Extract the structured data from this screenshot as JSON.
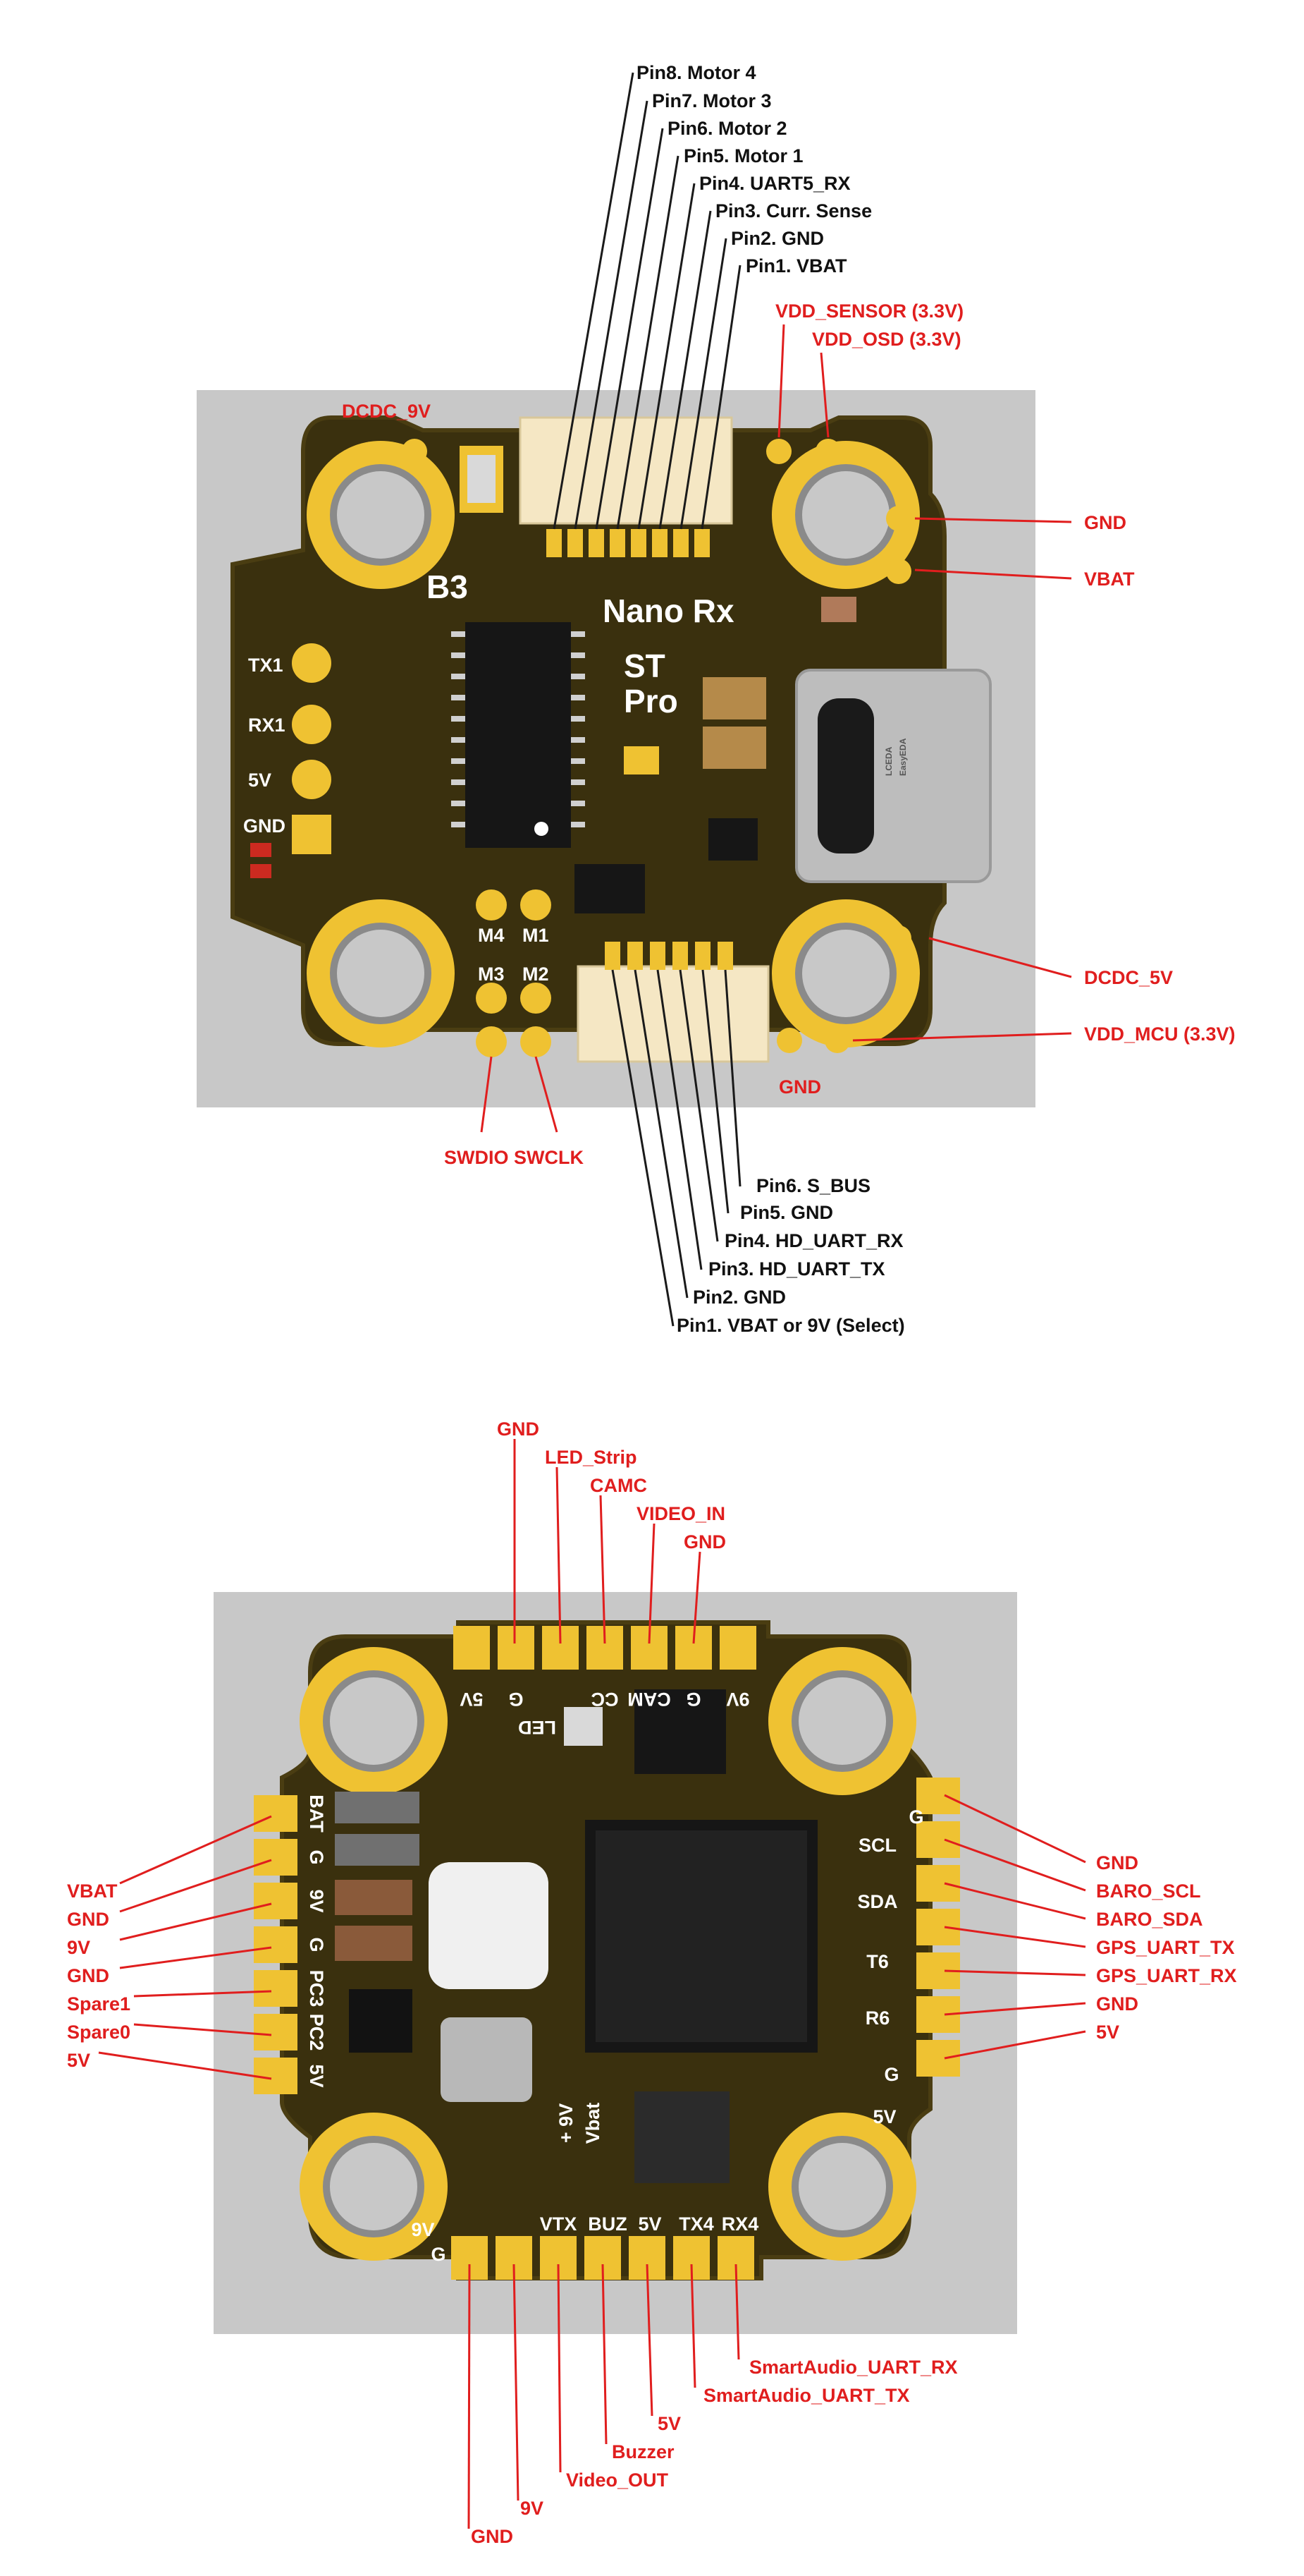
{
  "colors": {
    "background_panel": "#c8c8c8",
    "pcb": "#3a300e",
    "pcb_edge": "#4a3d12",
    "pad_gold": "#efc232",
    "label_red": "#e01e1e",
    "label_black": "#111111",
    "silkscreen": "#ffffff"
  },
  "top_board": {
    "silkscreen": {
      "b3": "B3",
      "nano_rx": "Nano Rx",
      "st": "ST",
      "pro": "Pro",
      "tx1": "TX1",
      "rx1": "RX1",
      "v5": "5V",
      "gnd": "GND",
      "m4": "M4",
      "m1": "M1",
      "m3": "M3",
      "m2": "M2",
      "usb_mark_1": "LCEDA",
      "usb_mark_2": "EasyEDA"
    },
    "motor_connector_pins": [
      "Pin8. Motor 4",
      "Pin7. Motor 3",
      "Pin6. Motor 2",
      "Pin5. Motor 1",
      "Pin4. UART5_RX",
      "Pin3. Curr. Sense",
      "Pin2. GND",
      "Pin1. VBAT"
    ],
    "rx_connector_pins": [
      "Pin6. S_BUS",
      "Pin5. GND",
      "Pin4. HD_UART_RX",
      "Pin3. HD_UART_TX",
      "Pin2. GND",
      "Pin1. VBAT or 9V (Select)"
    ],
    "side_labels": {
      "vdd_sensor": "VDD_SENSOR (3.3V)",
      "vdd_osd": "VDD_OSD (3.3V)",
      "dcdc_9v": "DCDC_9V",
      "gnd_right": "GND",
      "vbat_right": "VBAT",
      "dcdc_5v": "DCDC_5V",
      "vdd_mcu": "VDD_MCU (3.3V)",
      "gnd_bottom": "GND",
      "swdio_swclk": "SWDIO SWCLK"
    }
  },
  "bottom_board": {
    "silkscreen": {
      "top_row": [
        "5V",
        "G",
        "LED",
        "CC",
        "CAM",
        "G",
        "9V"
      ],
      "left_col": [
        "BAT",
        "G",
        "9V",
        "G",
        "PC3",
        "PC2",
        "5V"
      ],
      "right_col": [
        "G",
        "SCL",
        "SDA",
        "T6",
        "R6",
        "G",
        "5V"
      ],
      "bottom_row": [
        "9V",
        "G",
        "VTX",
        "BUZ",
        "5V",
        "TX4",
        "RX4"
      ],
      "vbat_9v_a": "+ 9V",
      "vbat_9v_b": "Vbat"
    },
    "top_labels": [
      "GND",
      "LED_Strip",
      "CAMC",
      "VIDEO_IN",
      "GND"
    ],
    "left_labels": [
      "VBAT",
      "GND",
      "9V",
      "GND",
      "Spare1",
      "Spare0",
      "5V"
    ],
    "right_labels": [
      "GND",
      "BARO_SCL",
      "BARO_SDA",
      "GPS_UART_TX",
      "GPS_UART_RX",
      "GND",
      "5V"
    ],
    "bottom_labels": [
      "SmartAudio_UART_RX",
      "SmartAudio_UART_TX",
      "5V",
      "Buzzer",
      "Video_OUT",
      "9V",
      "GND"
    ]
  }
}
